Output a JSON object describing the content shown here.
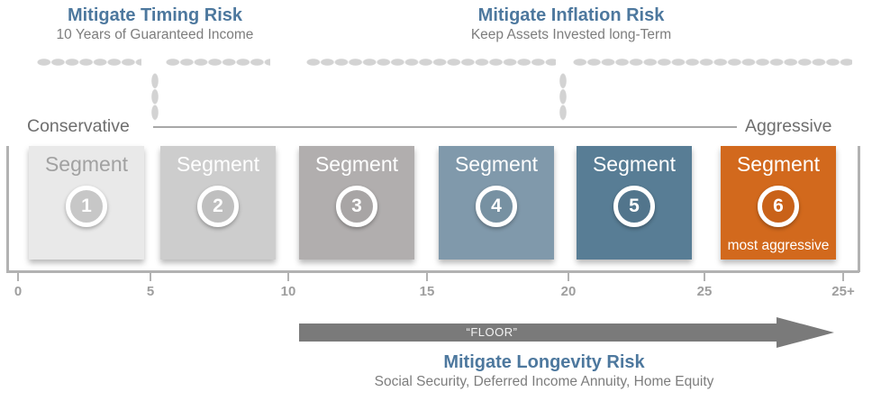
{
  "top": {
    "timing": {
      "title": "Mitigate Timing Risk",
      "subtitle": "10 Years of Guaranteed Income"
    },
    "inflation": {
      "title": "Mitigate Inflation Risk",
      "subtitle": "Keep Assets Invested long-Term"
    }
  },
  "spectrum": {
    "left_label": "Conservative",
    "right_label": "Aggressive"
  },
  "segments": [
    {
      "label": "Segment",
      "number": "1"
    },
    {
      "label": "Segment",
      "number": "2"
    },
    {
      "label": "Segment",
      "number": "3"
    },
    {
      "label": "Segment",
      "number": "4"
    },
    {
      "label": "Segment",
      "number": "5"
    },
    {
      "label": "Segment",
      "number": "6",
      "note": "most aggressive"
    }
  ],
  "axis": {
    "ticks": [
      "0",
      "5",
      "10",
      "15",
      "20",
      "25",
      "25+"
    ]
  },
  "floor": {
    "label": "“FLOOR”"
  },
  "bottom": {
    "title": "Mitigate Longevity Risk",
    "subtitle": "Social Security, Deferred Income Annuity, Home Equity"
  },
  "colors": {
    "heading_blue": "#4d789e",
    "subtitle_gray": "#7d7d7d",
    "spectrum_gray": "#6e6e6e",
    "dot_gray": "#d3d3d3",
    "axis_gray": "#b2b2b2",
    "arrow_gray": "#7a7a7a",
    "segment_1_bg": "#e9e9e9",
    "segment_2_bg": "#cdcdcd",
    "segment_3_bg": "#b1aeae",
    "segment_4_bg": "#8099ab",
    "segment_5_bg": "#587d95",
    "segment_6_bg": "#d2691d"
  }
}
